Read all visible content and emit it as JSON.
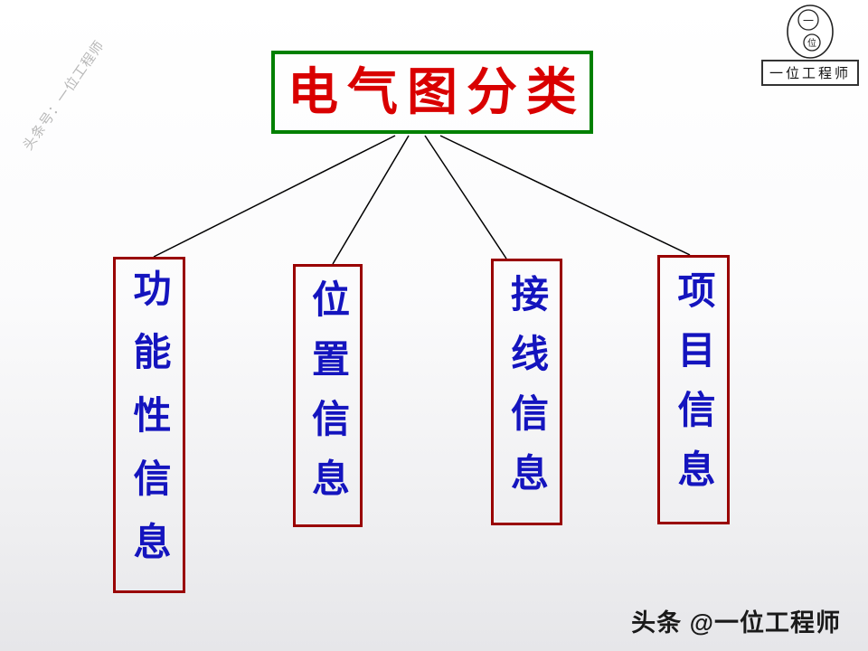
{
  "title": "电气图分类",
  "watermark": "头条号：一位工程师",
  "logo": {
    "seal_top_char": "一",
    "seal_bottom_char": "位",
    "label": "一位工程师"
  },
  "footer": "头条 @一位工程师",
  "categories": [
    {
      "id": "functional",
      "label": "功能性信息"
    },
    {
      "id": "location",
      "label": "位置信息"
    },
    {
      "id": "wiring",
      "label": "接线信息"
    },
    {
      "id": "project",
      "label": "项目信息"
    }
  ],
  "colors": {
    "title_text": "#d90000",
    "title_border": "#008000",
    "box_border": "#990000",
    "box_text": "#1414be",
    "connector": "#000000",
    "watermark": "#b8b8b8",
    "footer_text": "#1a1a1a"
  }
}
